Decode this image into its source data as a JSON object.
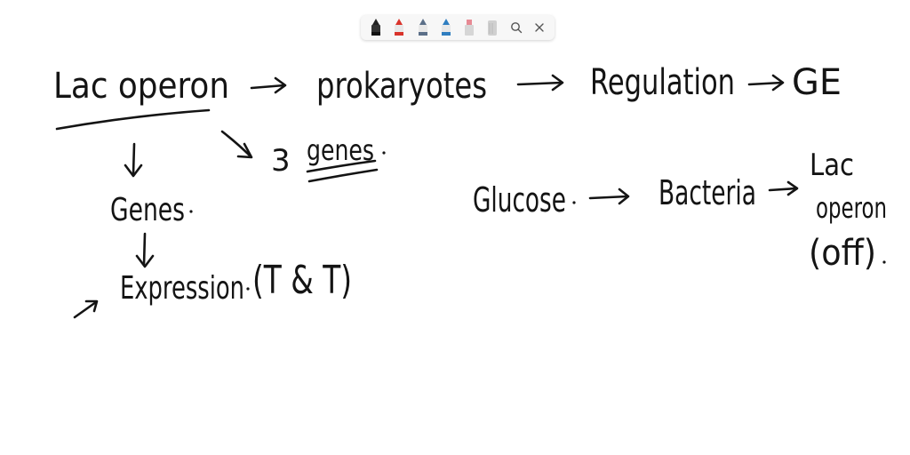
{
  "toolbar": {
    "tools": [
      {
        "name": "pen-tool",
        "color": "#1a1a1a"
      },
      {
        "name": "pen-tool",
        "color": "#d9332b"
      },
      {
        "name": "pen-tool",
        "color": "#5b6f88"
      },
      {
        "name": "pen-tool",
        "color": "#2f7ec0"
      },
      {
        "name": "highlighter-tool",
        "color": "#e78a94"
      },
      {
        "name": "eraser-tool",
        "color": "#cfcfcf"
      }
    ],
    "search_icon": "search-icon",
    "close_icon": "close-icon"
  },
  "board": {
    "lac_operon": "Lac operon",
    "prokaryotes": "prokaryotes",
    "regulation": "Regulation",
    "ge": "GE",
    "three": "3",
    "genes_underlined": "genes",
    "genes": "Genes",
    "expression": "Expression",
    "t_and_t": "(T & T)",
    "glucose": "Glucose",
    "bacteria": "Bacteria",
    "lac": "Lac",
    "operon": "operon",
    "off": "(off)"
  },
  "ink_color": "#141414"
}
